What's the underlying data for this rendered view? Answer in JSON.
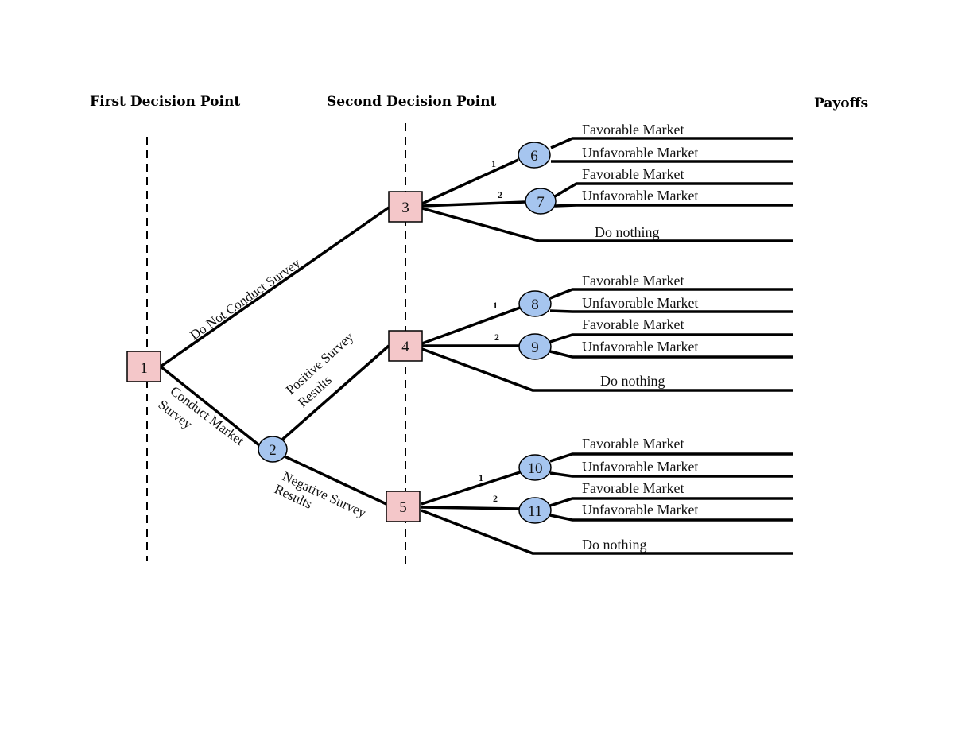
{
  "headers": {
    "first": "First Decision Point",
    "second": "Second Decision Point",
    "payoffs": "Payoffs"
  },
  "colors": {
    "decision_node": "#f4c7c9",
    "chance_node": "#a6c5ef",
    "line": "#000000"
  },
  "nodes": {
    "n1": "1",
    "n2": "2",
    "n3": "3",
    "n4": "4",
    "n5": "5",
    "n6": "6",
    "n7": "7",
    "n8": "8",
    "n9": "9",
    "n10": "10",
    "n11": "11"
  },
  "edges": {
    "no_survey": "Do Not Conduct Survey",
    "survey_line1": "Conduct Market",
    "survey_line2": "Survey",
    "positive_line1": "Positive Survey",
    "positive_line2": "Results",
    "negative_line1": "Negative Survey",
    "negative_line2": "Results"
  },
  "branch_numbers": {
    "one": "1",
    "two": "2"
  },
  "outcomes": {
    "favorable": "Favorable Market",
    "unfavorable": "Unfavorable Market",
    "do_nothing": "Do nothing"
  }
}
